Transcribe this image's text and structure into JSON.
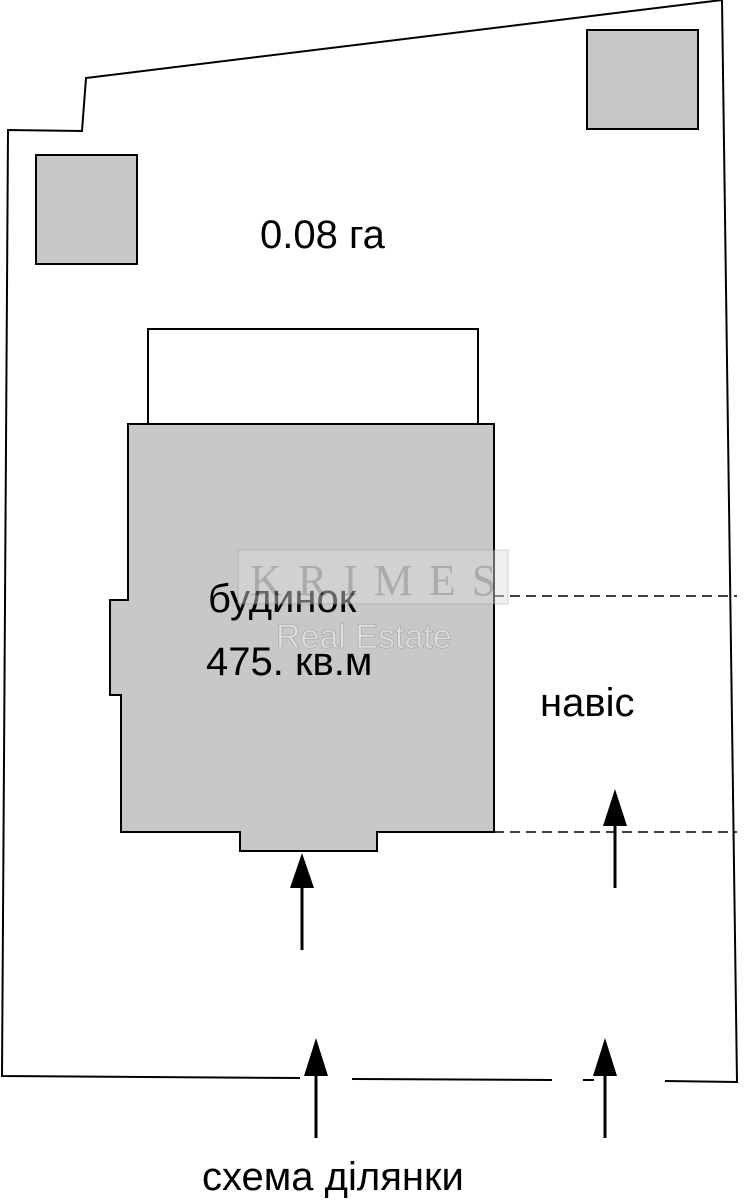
{
  "plot": {
    "area_label": "0.08 га",
    "house_label": "будинок",
    "house_area": "475. кв.м",
    "canopy_label": "навіс",
    "caption": "схема ділянки"
  },
  "watermark": {
    "brand": "KRIMES",
    "sub": "Real Estate"
  },
  "colors": {
    "building_fill": "#c8c8c8",
    "line": "#000000",
    "background": "#ffffff"
  }
}
